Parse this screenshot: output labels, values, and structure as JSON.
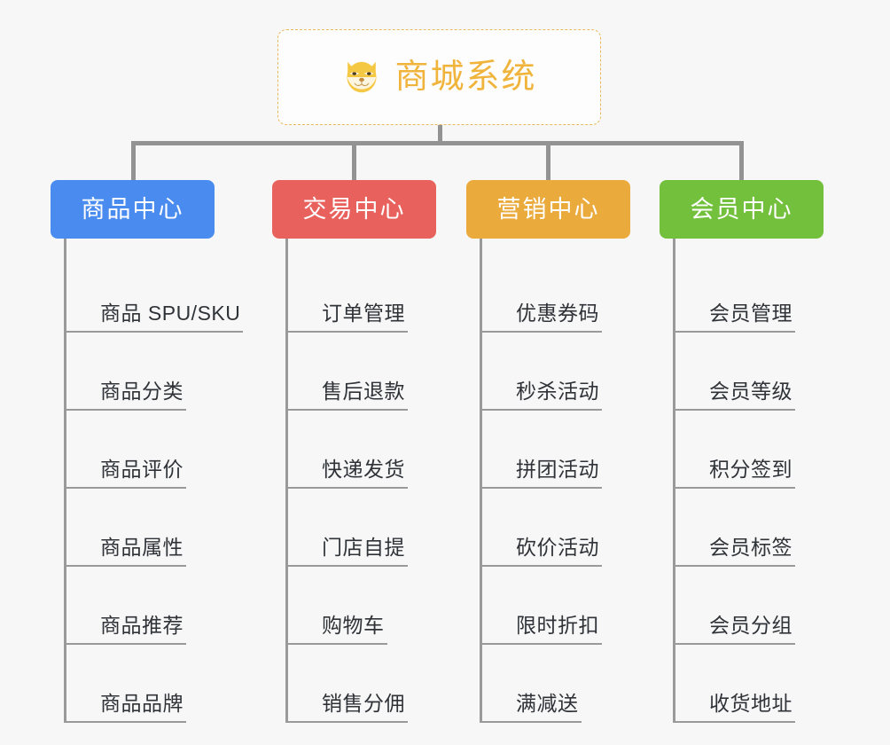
{
  "diagram": {
    "type": "mindmap-org-chart",
    "background_color": "#f7f7f7",
    "root": {
      "title": "商城系统",
      "icon": "shiba-dog-emoji",
      "border_color": "#e8b95a",
      "text_color": "#f0b43c"
    },
    "connector_color": "#939393",
    "categories": [
      {
        "label": "商品中心",
        "color": "#4a8bf0",
        "items": [
          "商品 SPU/SKU",
          "商品分类",
          "商品评价",
          "商品属性",
          "商品推荐",
          "商品品牌"
        ]
      },
      {
        "label": "交易中心",
        "color": "#e8615c",
        "items": [
          "订单管理",
          "售后退款",
          "快递发货",
          "门店自提",
          "购物车",
          "销售分佣"
        ]
      },
      {
        "label": "营销中心",
        "color": "#eaaa3c",
        "items": [
          "优惠券码",
          "秒杀活动",
          "拼团活动",
          "砍价活动",
          "限时折扣",
          "满减送"
        ]
      },
      {
        "label": "会员中心",
        "color": "#72c03c",
        "items": [
          "会员管理",
          "会员等级",
          "积分签到",
          "会员标签",
          "会员分组",
          "收货地址"
        ]
      }
    ]
  }
}
